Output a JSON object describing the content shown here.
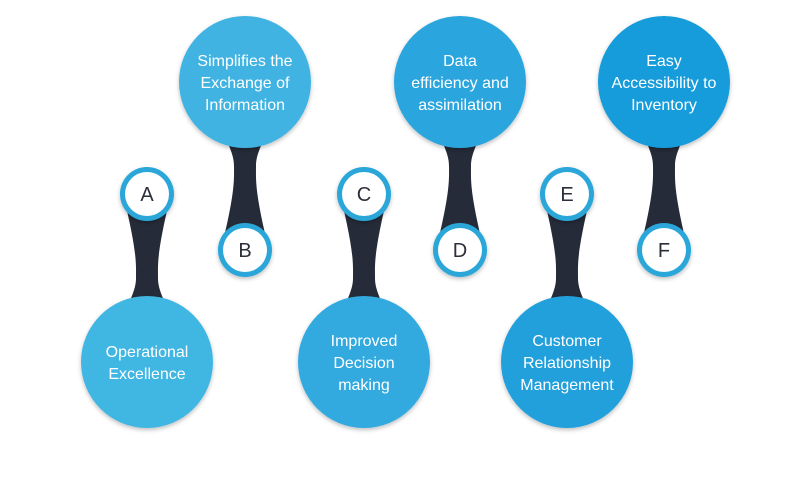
{
  "colors": {
    "connector": "#252b38",
    "badge_fill": "#ffffff",
    "badge_ring": "#2aa6d9",
    "badge_text": "#2b2f3a",
    "circle_text": "#ffffff",
    "circle_a": "#40b6e2",
    "circle_b": "#3fb3e2",
    "circle_c": "#31a9df",
    "circle_d": "#2ba5dd",
    "circle_e": "#21a0db",
    "circle_f": "#159cdb"
  },
  "items": [
    {
      "letter": "A",
      "lines": [
        "Operational",
        "Excellence"
      ],
      "position": "bottom"
    },
    {
      "letter": "B",
      "lines": [
        "Simplifies the",
        "Exchange of",
        "Information"
      ],
      "position": "top"
    },
    {
      "letter": "C",
      "lines": [
        "Improved",
        "Decision",
        "making"
      ],
      "position": "bottom"
    },
    {
      "letter": "D",
      "lines": [
        "Data",
        "efficiency and",
        "assimilation"
      ],
      "position": "top"
    },
    {
      "letter": "E",
      "lines": [
        "Customer",
        "Relationship",
        "Management"
      ],
      "position": "bottom"
    },
    {
      "letter": "F",
      "lines": [
        "Easy",
        "Accessibility to",
        "Inventory"
      ],
      "position": "top"
    }
  ]
}
